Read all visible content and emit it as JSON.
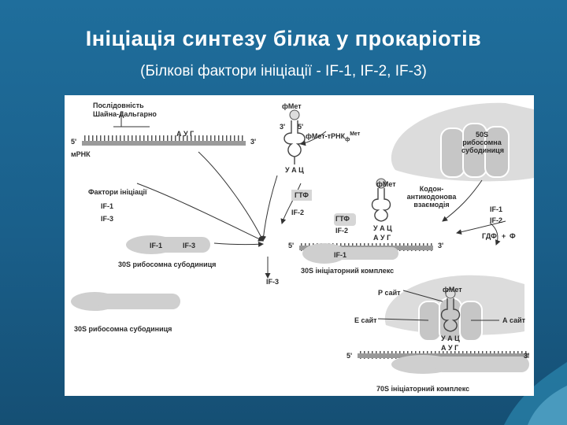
{
  "slide": {
    "title": "Ініціація синтезу білка у прокаріотів",
    "subtitle": "(Білкові фактори ініціації - IF-1, IF-2, IF-3)"
  },
  "diagram": {
    "shine_dalgarno_l1": "Послідовність",
    "shine_dalgarno_l2": "Шайна-Дальгарно",
    "five_prime": "5'",
    "three_prime": "3'",
    "mrna": "мРНК",
    "aug": "А У Г",
    "uac": "У А Ц",
    "fmet": "фМет",
    "fmet_trna": "фМет-тРНК",
    "fmet_trna_sub": "ф",
    "fmet_trna_sup": "Мет",
    "gtf": "ГТФ",
    "gdf": "ГДФ",
    "plus": "+",
    "f": "Ф",
    "if1": "IF-1",
    "if2": "IF-2",
    "if3": "IF-3",
    "init_factors": "Фактори ініціації",
    "s50_l1": "50S",
    "s50_l2": "рибосомна",
    "s50_l3": "субодиниця",
    "codon_l1": "Кодон-",
    "codon_l2": "антикодонова",
    "codon_l3": "взаємодія",
    "s30_sub": "30S рибосомна субодиниця",
    "s30_complex": "30S ініціаторний комплекс",
    "s70_complex": "70S ініціаторний комплекс",
    "p_site": "Р сайт",
    "e_site": "Е сайт",
    "a_site": "А сайт"
  }
}
